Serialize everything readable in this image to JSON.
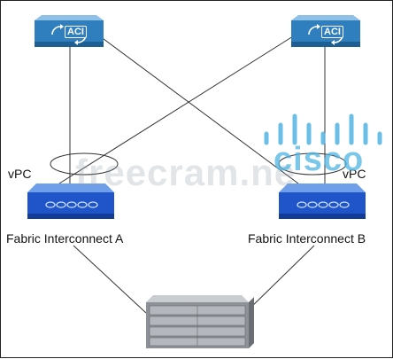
{
  "switches": [
    {
      "id": "aci-left",
      "label": "ACI"
    },
    {
      "id": "aci-right",
      "label": "ACI"
    }
  ],
  "vpc_labels": [
    "vPC",
    "vPC"
  ],
  "interconnects": [
    {
      "id": "fi-a",
      "label": "Fabric Interconnect A"
    },
    {
      "id": "fi-b",
      "label": "Fabric Interconnect B"
    }
  ],
  "watermark": {
    "text": "freecram.ne",
    "brand": "cisco"
  },
  "colors": {
    "switch_blue": "#2f7fbf",
    "switch_dark": "#1d5f93",
    "fi_blue": "#1f55c8",
    "brand_blue": "#4fb4e3",
    "line": "#333333"
  }
}
